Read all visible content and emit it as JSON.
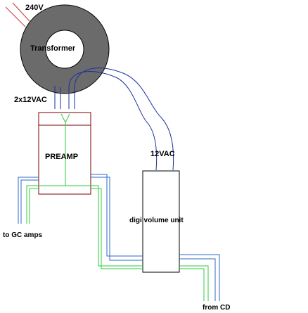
{
  "labels": {
    "mains": "240V",
    "transformer": "Transformer",
    "transformer_output": "2x12VAC",
    "preamp": "PREAMP",
    "volume_supply": "12VAC",
    "volume_unit": "digi volume unit",
    "output": "to GC amps",
    "input": "from CD"
  },
  "colors": {
    "background": "#ffffff",
    "transformer_ring": "#6b6b6b",
    "transformer_hole": "#ffffff",
    "box_outline": "#7a0000",
    "outline_dark": "#000000",
    "power_wire": "#1a2f9e",
    "signal_wire_blue": "#2e68c8",
    "signal_wire_green": "#2ecc40",
    "mains_wire": "#d03030"
  }
}
